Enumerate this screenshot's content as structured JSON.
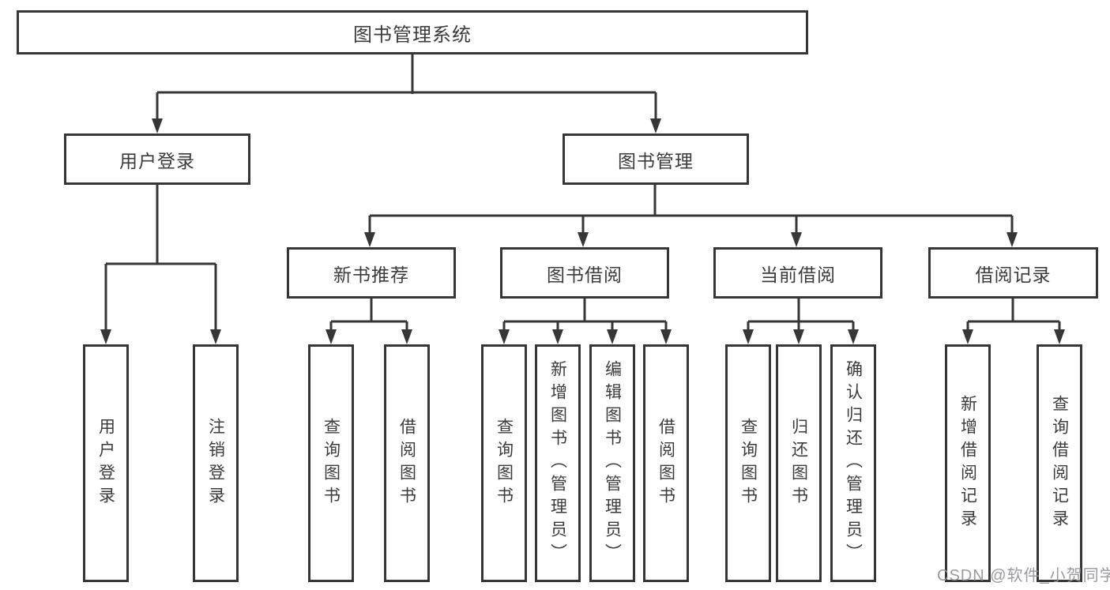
{
  "tree": {
    "label": "图书管理系统",
    "children": [
      {
        "label": "用户登录",
        "children": [
          {
            "label": "用户登录"
          },
          {
            "label": "注销登录"
          }
        ]
      },
      {
        "label": "图书管理",
        "children": [
          {
            "label": "新书推荐",
            "children": [
              {
                "label": "查询图书"
              },
              {
                "label": "借阅图书"
              }
            ]
          },
          {
            "label": "图书借阅",
            "children": [
              {
                "label": "查询图书"
              },
              {
                "label": "新增图书（管理员）"
              },
              {
                "label": "编辑图书（管理员）"
              },
              {
                "label": "借阅图书"
              }
            ]
          },
          {
            "label": "当前借阅",
            "children": [
              {
                "label": "查询图书"
              },
              {
                "label": "归还图书"
              },
              {
                "label": "确认归还（管理员）"
              }
            ]
          },
          {
            "label": "借阅记录",
            "children": [
              {
                "label": "新增借阅记录"
              },
              {
                "label": "查询借阅记录"
              }
            ]
          }
        ]
      }
    ]
  },
  "watermark": {
    "text": "CSDN @软件_小贺同学"
  },
  "colors": {
    "line": "#363636",
    "text": "#3b3b3b",
    "watermark": "#949699",
    "background": "#ffffff"
  }
}
